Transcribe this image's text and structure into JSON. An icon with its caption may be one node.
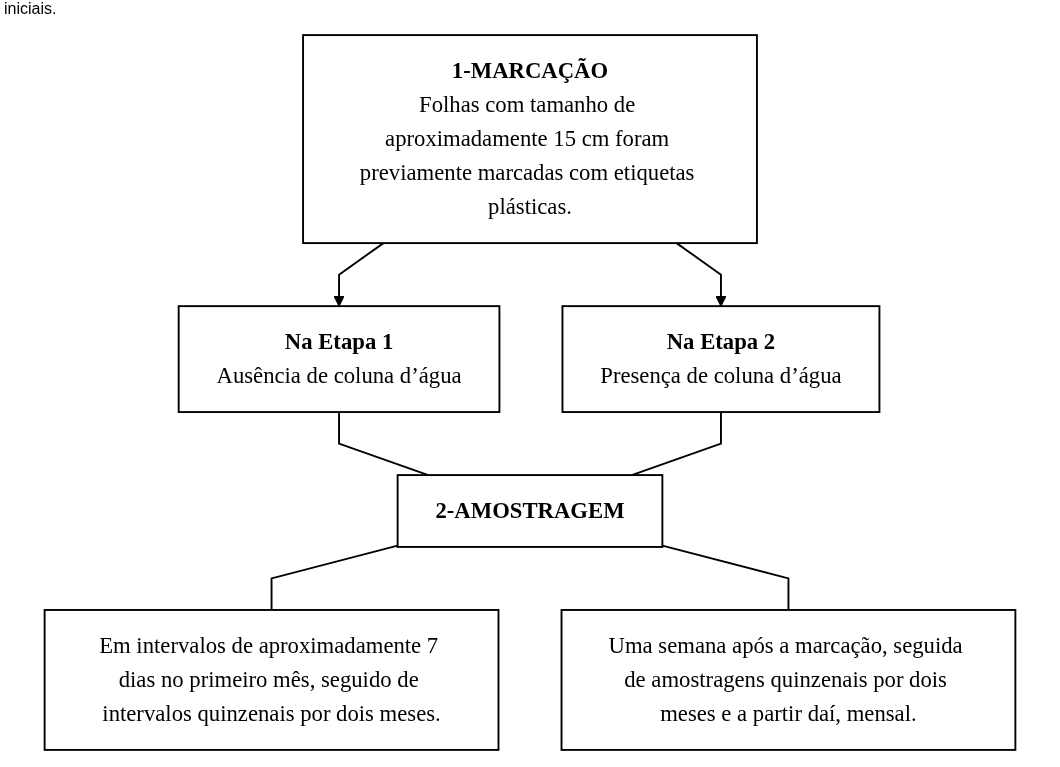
{
  "diagram": {
    "nodes": [
      {
        "text": [
          "1-MARCAÇÃO",
          "Folhas com tamanho de aproximadamente 15 cm foram previamente marcadas com etiquetas plásticas."
        ]
      },
      {
        "text": [
          "Na Etapa 1",
          "Ausência de coluna d’água"
        ]
      },
      {
        "text": [
          "Na Etapa 2",
          "Presença de coluna d’água"
        ]
      },
      {
        "text": [
          "2-AMOSTRAGEM"
        ]
      },
      {
        "text": [
          "Em intervalos de aproximadamente 7 dias no primeiro mês, seguido de intervalos quinzenais por dois meses."
        ]
      },
      {
        "text": [
          "Uma semana após a marcação, seguida de amostragens quinzenais por dois meses e a partir daí, mensal."
        ]
      }
    ],
    "edges": [
      {
        "from": 0,
        "to": 1,
        "arrow": "to"
      },
      {
        "from": 0,
        "to": 2,
        "arrow": "to"
      },
      {
        "from": 1,
        "to": 3,
        "arrow": "none"
      },
      {
        "from": 2,
        "to": 3,
        "arrow": "none"
      },
      {
        "from": 3,
        "to": 4,
        "arrow": "none"
      },
      {
        "from": 3,
        "to": 5,
        "arrow": "none"
      }
    ],
    "labels": [
      "iniciais."
    ]
  }
}
